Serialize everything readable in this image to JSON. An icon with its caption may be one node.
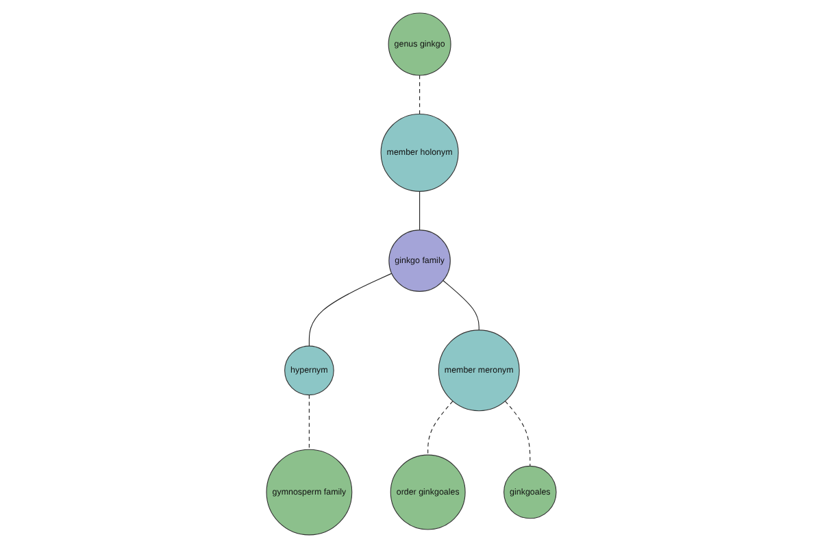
{
  "diagram": {
    "nodes": [
      {
        "text": [
          "genus ginkgo"
        ]
      },
      {
        "text": [
          "member holonym"
        ]
      },
      {
        "text": [
          "ginkgo family"
        ]
      },
      {
        "text": [
          "hypernym"
        ]
      },
      {
        "text": [
          "member meronym"
        ]
      },
      {
        "text": [
          "order ginkgoales"
        ]
      },
      {
        "text": [
          "gymnosperm family"
        ]
      },
      {
        "text": [
          "ginkgoales"
        ]
      }
    ],
    "edges": [
      {
        "from": 0,
        "to": 1,
        "arrow": "none",
        "style": "dashed"
      },
      {
        "from": 1,
        "to": 2,
        "arrow": "none"
      },
      {
        "from": 2,
        "to": 3,
        "arrow": "none"
      },
      {
        "from": 2,
        "to": 4,
        "arrow": "none"
      },
      {
        "from": 4,
        "to": 5,
        "arrow": "none",
        "style": "dashed"
      },
      {
        "from": 3,
        "to": 6,
        "arrow": "none",
        "style": "dashed"
      },
      {
        "from": 4,
        "to": 7,
        "arrow": "none",
        "style": "dashed"
      }
    ]
  }
}
